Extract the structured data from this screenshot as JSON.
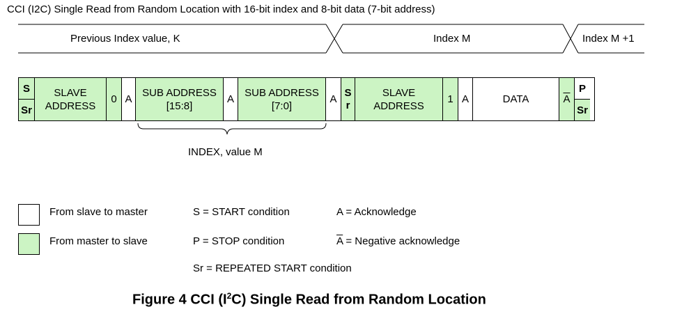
{
  "title": "CCI (I2C) Single Read from Random Location with 16-bit index and 8-bit data (7-bit address)",
  "timeline": {
    "previous": "Previous Index value, K",
    "index_m": "Index M",
    "index_m1": "Index M +1"
  },
  "frame": {
    "s": "S",
    "sr": "Sr",
    "slave_address_1": "SLAVE",
    "slave_address_2": "ADDRESS",
    "bit0": "0",
    "ack": "A",
    "sub_addr_hi_1": "SUB ADDRESS",
    "sub_addr_hi_2": "[15:8]",
    "sub_addr_lo_1": "SUB ADDRESS",
    "sub_addr_lo_2": "[7:0]",
    "sr_top": "S",
    "sr_bottom": "r",
    "bit1": "1",
    "data": "DATA",
    "nack": "A",
    "p": "P",
    "sr_end": "Sr"
  },
  "index_label": "INDEX, value M",
  "legend": {
    "slave_to_master": "From slave to master",
    "master_to_slave": "From master to slave",
    "start": "S = START condition",
    "stop": "P = STOP condition",
    "repeated_start": "Sr = REPEATED START condition",
    "acknowledge": "A = Acknowledge",
    "neg_ack_symbol": "A",
    "neg_ack_text": " = Negative acknowledge"
  },
  "caption": {
    "prefix": "Figure 4 CCI (I",
    "sup": "2",
    "suffix": "C) Single Read from Random Location"
  },
  "colors": {
    "master_to_slave": "#ccf4c4",
    "slave_to_master": "#ffffff"
  }
}
